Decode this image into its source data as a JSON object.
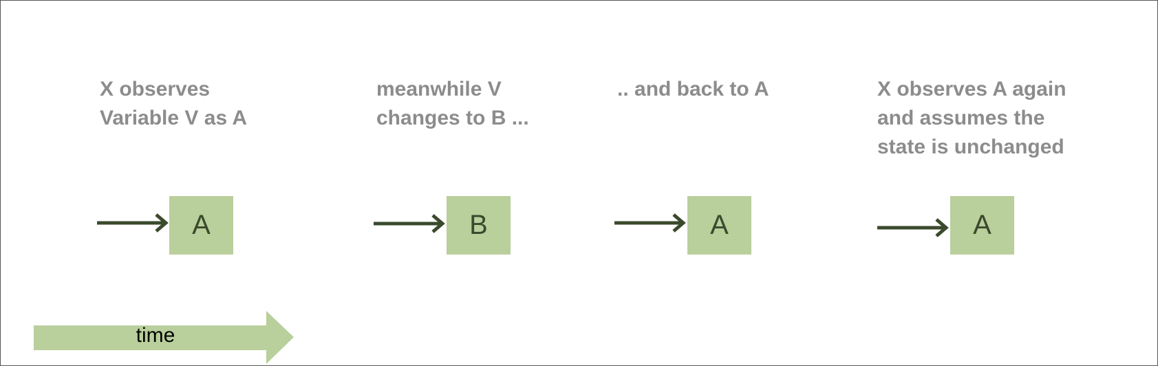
{
  "steps": [
    {
      "caption": [
        "X observes",
        "Variable V as A"
      ],
      "value": "A"
    },
    {
      "caption": [
        "meanwhile V",
        "changes to B ..."
      ],
      "value": "B"
    },
    {
      "caption": [
        ".. and back to A"
      ],
      "value": "A"
    },
    {
      "caption": [
        "X observes A again",
        "and assumes the",
        "state is unchanged"
      ],
      "value": "A"
    }
  ],
  "timeline": {
    "label": "time"
  },
  "colors": {
    "box": "#b9cf9c",
    "arrow": "#3a4a2c",
    "caption": "#8c8c8c"
  }
}
